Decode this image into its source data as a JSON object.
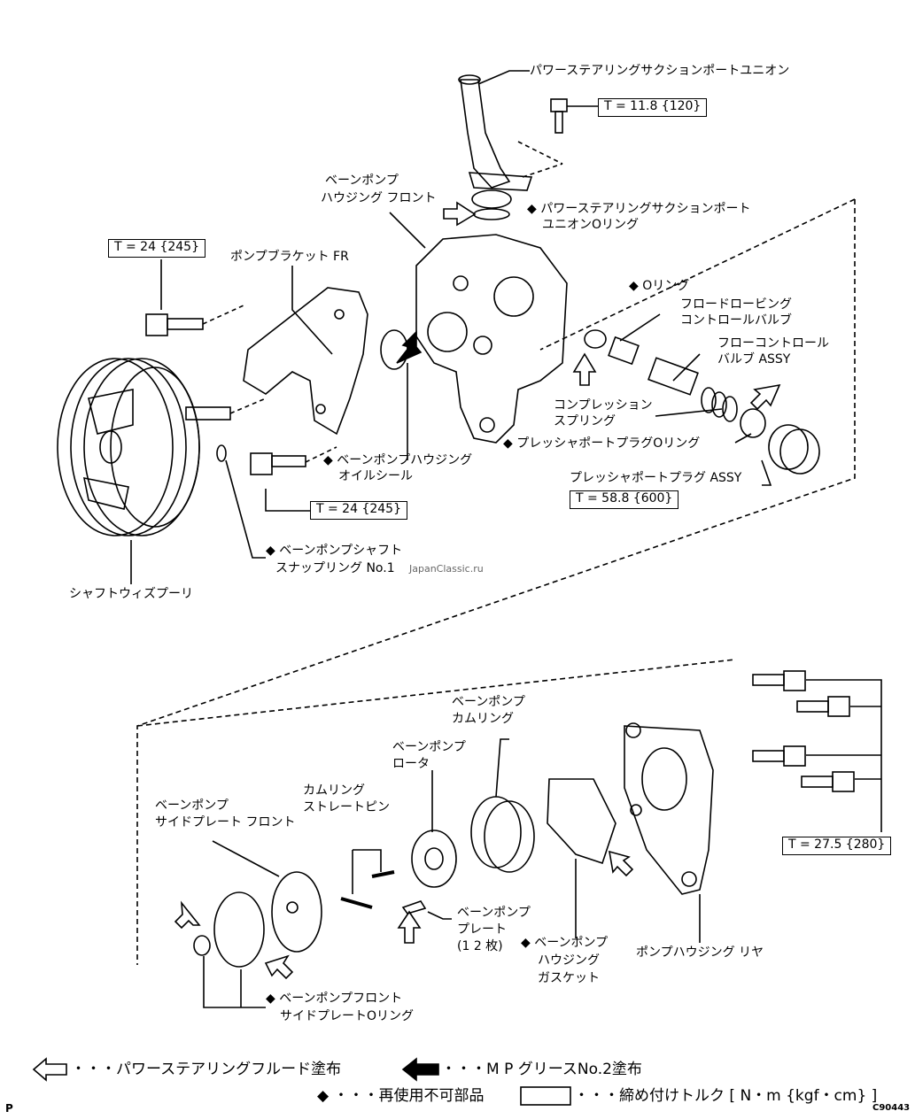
{
  "labels": {
    "suction_union": "パワーステアリングサクションポートユニオン",
    "housing_front_1": "ベーンポンプ",
    "housing_front_2": "ハウジング フロント",
    "suction_oring_1": "◆ パワーステアリングサクションポート",
    "suction_oring_2": "ユニオンOリング",
    "bracket": "ポンプブラケット FR",
    "oring": "◆ Oリング",
    "flow_ctrl_1": "フロードロービング",
    "flow_ctrl_2": "コントロールバルブ",
    "flow_valve_1": "フローコントロール",
    "flow_valve_2": "バルブ ASSY",
    "comp_spring_1": "コンプレッション",
    "comp_spring_2": "スプリング",
    "plug_oring": "◆ プレッシャポートプラグOリング",
    "oil_seal_1": "◆ ベーンポンプハウジング",
    "oil_seal_2": "オイルシール",
    "plug_assy": "プレッシャポートプラグ ASSY",
    "snap_ring_1": "◆ ベーンポンプシャフト",
    "snap_ring_2": "スナップリング No.1",
    "pulley": "シャフトウィズプーリ",
    "cam_ring_1": "ベーンポンプ",
    "cam_ring_2": "カムリング",
    "rotor_1": "ベーンポンプ",
    "rotor_2": "ロータ",
    "pin_1": "カムリング",
    "pin_2": "ストレートピン",
    "side_plate_1": "ベーンポンプ",
    "side_plate_2": "サイドプレート フロント",
    "vane_plate_1": "ベーンポンプ",
    "vane_plate_2": "プレート",
    "vane_plate_3": "(1 2 枚)",
    "gasket_1": "◆ ベーンポンプ",
    "gasket_2": "ハウジング",
    "gasket_3": "ガスケット",
    "housing_rear": "ポンプハウジング リヤ",
    "side_oring_1": "◆ ベーンポンプフロント",
    "side_oring_2": "サイドプレートOリング"
  },
  "torques": {
    "t1": "T = 11.8 {120}",
    "t2": "T = 24 {245}",
    "t3": "T = 24 {245}",
    "t4": "T = 58.8 {600}",
    "t5": "T = 27.5 {280}"
  },
  "watermark": "JapanClassic.ru",
  "legend": {
    "fluid": "・・・パワーステアリングフルード塗布",
    "grease": "・・・M P グリースNo.2塗布",
    "nonreuse": "◆ ・・・再使用不可部品",
    "torque": "・・・締め付けトルク [ N・m {kgf・cm} ]"
  },
  "corner_p": "P",
  "figure_code": "C90443"
}
